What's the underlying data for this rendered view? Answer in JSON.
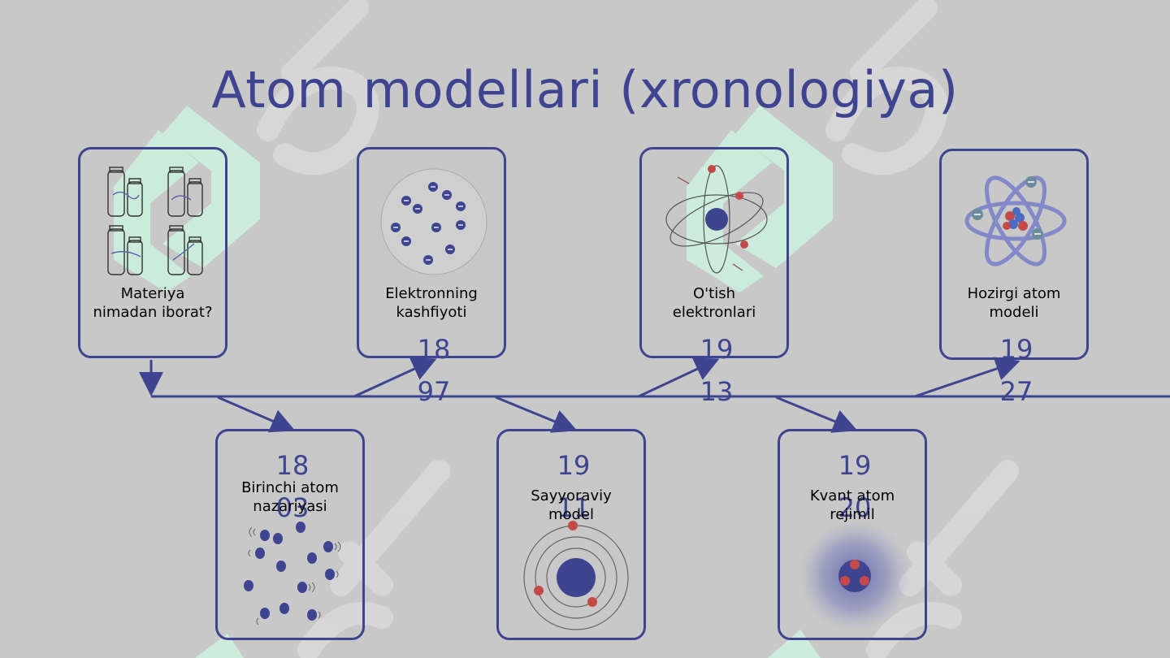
{
  "slide": {
    "title": "Atom modellari (xronologiya)"
  },
  "timeline": {
    "top": [
      {
        "label_line1": "Materiya",
        "label_line2": "nimadan iborat?",
        "year": ""
      },
      {
        "label_line1": "Elektronning",
        "label_line2": "kashfiyoti",
        "year": "1897"
      },
      {
        "label_line1": "O'tish",
        "label_line2": "elektronlari",
        "year": "1913"
      },
      {
        "label_line1": "Hozirgi atom",
        "label_line2": "modeli",
        "year": "1927"
      }
    ],
    "bottom": [
      {
        "label_line1": "Birinchi atom",
        "label_line2": "nazariyasi",
        "year": "1803"
      },
      {
        "label_line1": "Sayyoraviy",
        "label_line2": "model",
        "year": "1911"
      },
      {
        "label_line1": "Kvant atom",
        "label_line2": "rejimil",
        "year": "1920"
      }
    ]
  },
  "watermark": {
    "text": "SOFF"
  },
  "colors": {
    "accent": "#3e4490",
    "background": "#c8c8c8",
    "electron_red": "#c44a4a",
    "watermark_mint": "#cdeedd"
  }
}
